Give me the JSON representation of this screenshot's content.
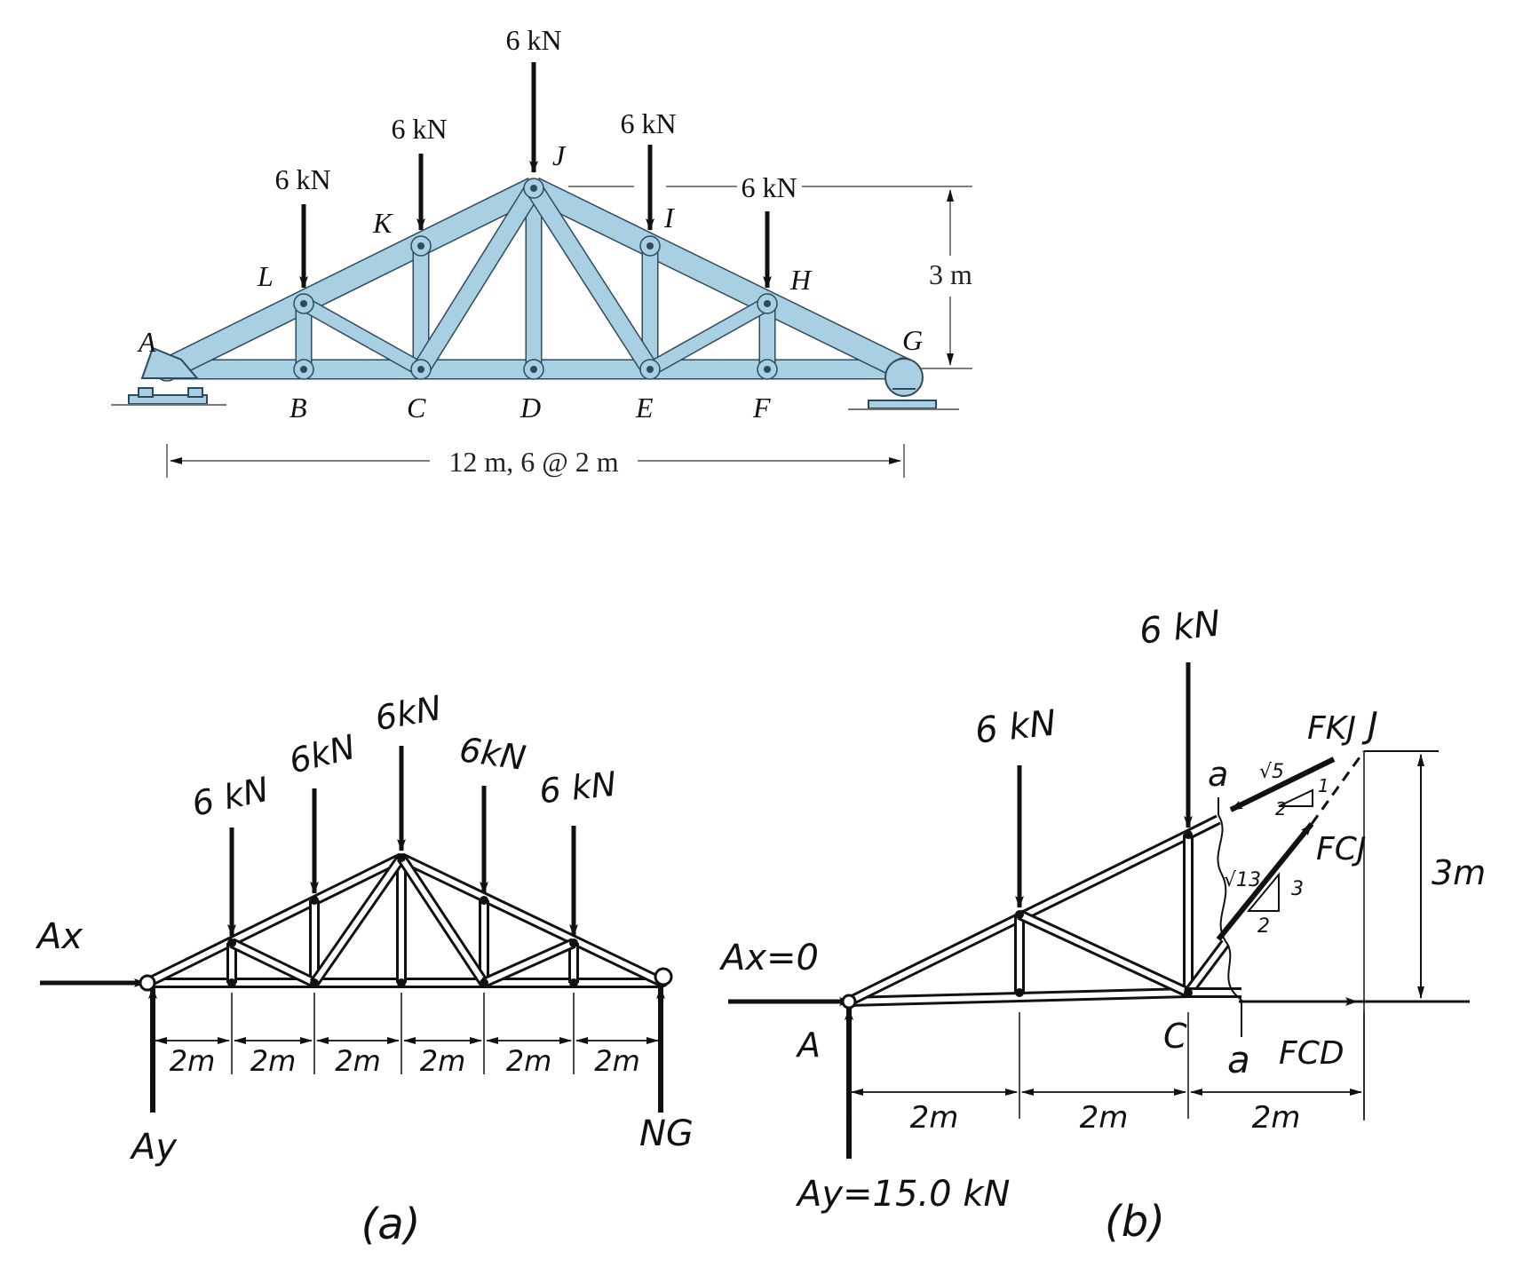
{
  "colors": {
    "member_fill": "#a9cfe3",
    "member_stroke": "#2f4a5a",
    "ink": "#111111",
    "support": "#a9cfe3"
  },
  "top": {
    "loads": [
      "6 kN",
      "6 kN",
      "6 kN",
      "6 kN",
      "6 kN"
    ],
    "joints": {
      "A": "A",
      "B": "B",
      "C": "C",
      "D": "D",
      "E": "E",
      "F": "F",
      "G": "G",
      "H": "H",
      "I": "I",
      "J": "J",
      "K": "K",
      "L": "L"
    },
    "height_dim": "3 m",
    "span_dim": "12 m, 6 @ 2 m"
  },
  "fig_a": {
    "loads": [
      "6 kN",
      "6kN",
      "6kN",
      "6kN",
      "6 kN"
    ],
    "spacing": [
      "2m",
      "2m",
      "2m",
      "2m",
      "2m",
      "2m"
    ],
    "ax_label": "Ax",
    "ay_label": "Ay",
    "ng_label": "NG",
    "caption": "(a)"
  },
  "fig_b": {
    "loads": [
      "6 kN",
      "6 kN"
    ],
    "ax_label": "Ax=0",
    "ay_label": "Ay=15.0 kN",
    "joint_a": "A",
    "joint_c": "C",
    "joint_j": "J",
    "section_top": "a",
    "section_bottom": "a",
    "fkj": "FKJ",
    "fcj": "FCJ",
    "fcd": "FCD",
    "slope_kj": [
      "√5",
      "1",
      "2"
    ],
    "slope_cj": [
      "√13",
      "3",
      "2"
    ],
    "spacing": [
      "2m",
      "2m",
      "2m"
    ],
    "height_dim": "3m",
    "caption": "(b)"
  }
}
